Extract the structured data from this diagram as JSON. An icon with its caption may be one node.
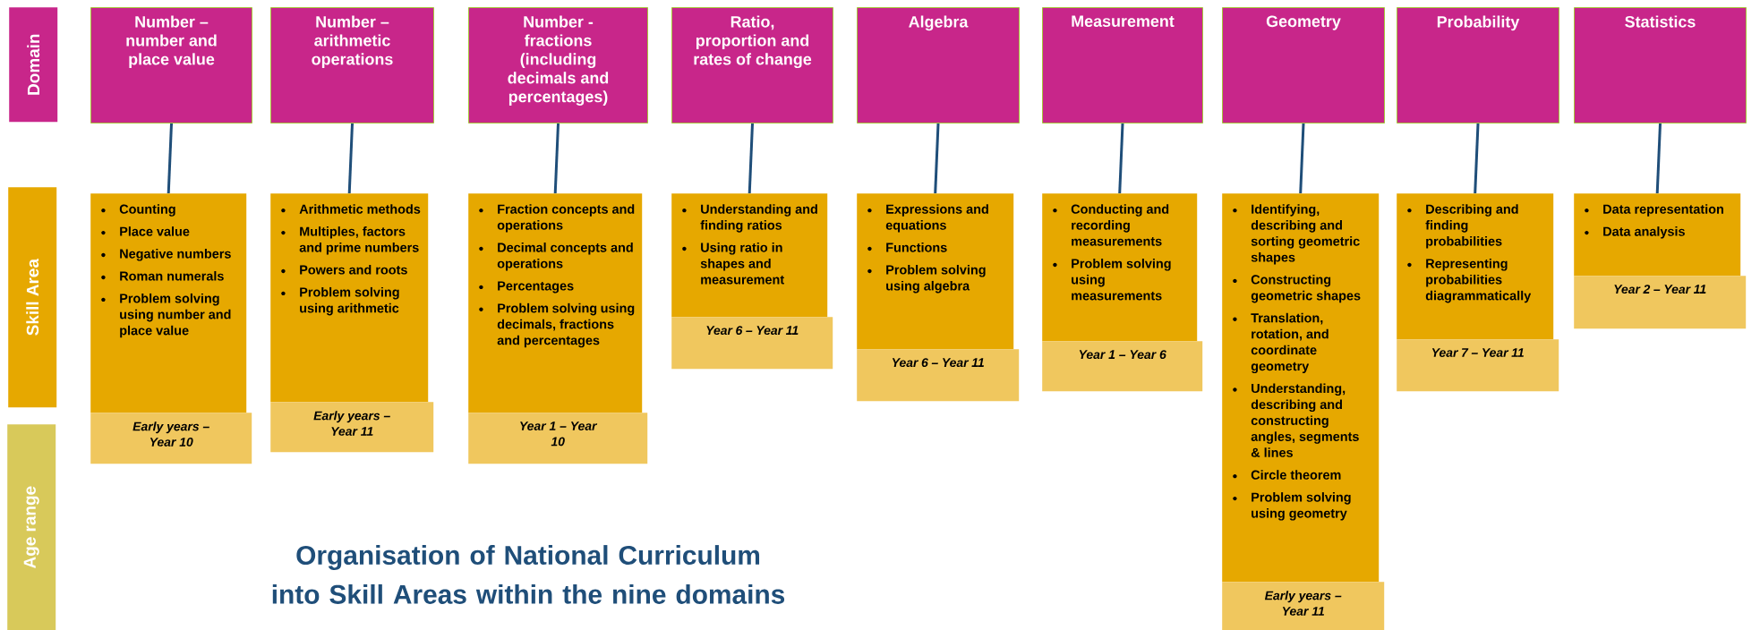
{
  "diagram": {
    "title": "Organisation of National Curriculum into Skill Areas within the nine domains",
    "nodes": [
      {
        "text": [
          "Domain"
        ]
      },
      {
        "text": [
          "Number – number and place value"
        ]
      },
      {
        "text": [
          "Number – arithmetic operations"
        ]
      },
      {
        "text": [
          "Number - fractions (including decimals and percentages)"
        ]
      },
      {
        "text": [
          "Ratio, proportion and rates of change"
        ]
      },
      {
        "text": [
          "Algebra"
        ]
      },
      {
        "text": [
          "Measurement"
        ]
      },
      {
        "text": [
          "Geometry"
        ]
      },
      {
        "text": [
          "Probability"
        ]
      },
      {
        "text": [
          "Statistics"
        ]
      },
      {
        "text": [
          "Skill Area"
        ]
      },
      {
        "text": [
          "Counting",
          "Place value",
          "Negative numbers",
          "Roman numerals",
          "Problem solving using number and place value"
        ]
      },
      {
        "text": [
          "Arithmetic methods",
          "Multiples, factors and prime numbers",
          "Powers and roots",
          "Problem solving using arithmetic"
        ]
      },
      {
        "text": [
          "Fraction concepts and operations",
          "Decimal concepts and operations",
          "Percentages",
          "Problem solving using decimals, fractions and percentages"
        ]
      },
      {
        "text": [
          "Understanding and finding ratios",
          "Using ratio in shapes and measurement"
        ]
      },
      {
        "text": [
          "Expressions and equations",
          "Functions",
          "Problem solving using algebra"
        ]
      },
      {
        "text": [
          "Conducting and recording measurements",
          "Problem solving using measurements"
        ]
      },
      {
        "text": [
          "Identifying, describing and sorting geometric shapes",
          "Constructing geometric shapes",
          "Translation, rotation, and coordinate geometry",
          "Understanding, describing and constructing angles, segments & lines",
          "Circle theorem",
          "Problem solving using geometry"
        ]
      },
      {
        "text": [
          "Describing and finding probabilities",
          "Representing probabilities diagrammatically"
        ]
      },
      {
        "text": [
          "Data representation",
          "Data analysis"
        ]
      },
      {
        "text": [
          "Age range"
        ]
      },
      {
        "text": [
          "Early years – Year 10"
        ]
      },
      {
        "text": [
          "Early years – Year 11"
        ]
      },
      {
        "text": [
          "Year 1 – Year 10"
        ]
      },
      {
        "text": [
          "Year 6 – Year 11"
        ]
      },
      {
        "text": [
          "Year 6 – Year 11"
        ]
      },
      {
        "text": [
          "Year 1 – Year 6"
        ]
      },
      {
        "text": [
          "Early years – Year 11"
        ]
      },
      {
        "text": [
          "Year 7 – Year 11"
        ]
      },
      {
        "text": [
          "Year 2 – Year 11"
        ]
      }
    ],
    "edges": [
      {
        "from": 1,
        "to": 11,
        "arrow": "none"
      },
      {
        "from": 2,
        "to": 12,
        "arrow": "none"
      },
      {
        "from": 3,
        "to": 13,
        "arrow": "none"
      },
      {
        "from": 4,
        "to": 14,
        "arrow": "none"
      },
      {
        "from": 5,
        "to": 15,
        "arrow": "none"
      },
      {
        "from": 6,
        "to": 16,
        "arrow": "none"
      },
      {
        "from": 7,
        "to": 17,
        "arrow": "none"
      },
      {
        "from": 8,
        "to": 18,
        "arrow": "none"
      },
      {
        "from": 9,
        "to": 19,
        "arrow": "none"
      }
    ]
  }
}
